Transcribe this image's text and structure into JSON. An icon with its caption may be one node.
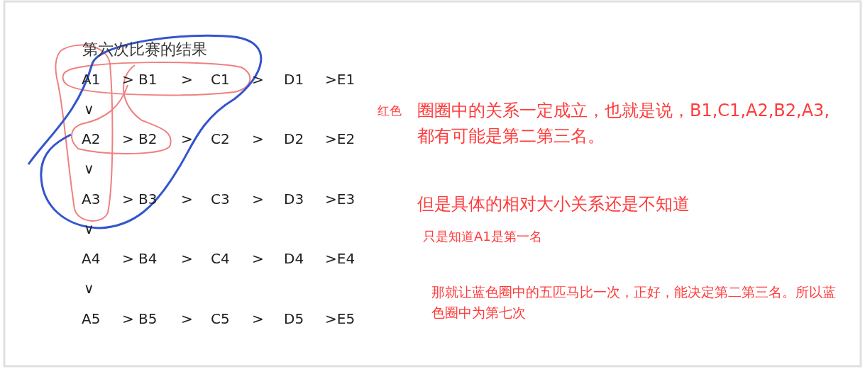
{
  "diagram": {
    "title": "第六次比赛的结果",
    "labels": [
      "A1",
      "> B1",
      ">",
      "C1",
      ">",
      "D1",
      ">E1",
      "∨",
      "A2",
      "> B2",
      ">",
      "C2",
      ">",
      "D2",
      ">E2",
      "∨",
      "A3",
      "> B3",
      ">",
      "C3",
      ">",
      "D3",
      ">E3",
      "∨",
      "A4",
      "> B4",
      ">",
      "C4",
      ">",
      "D4",
      ">E4",
      "∨",
      "A5",
      "> B5",
      ">",
      "C5",
      ">",
      "D5",
      ">E5",
      "红色",
      "圈圈中的关系一定成立，也就是说，B1,C1,A2,B2,A3,都有可能是第二第三名。",
      "但是具体的相对大小关系还是不知道",
      "只是知道A1是第一名",
      "那就让蓝色圈中的五匹马比一次，正好，能决定第二第三名。所以蓝色圈中为第七次"
    ]
  }
}
